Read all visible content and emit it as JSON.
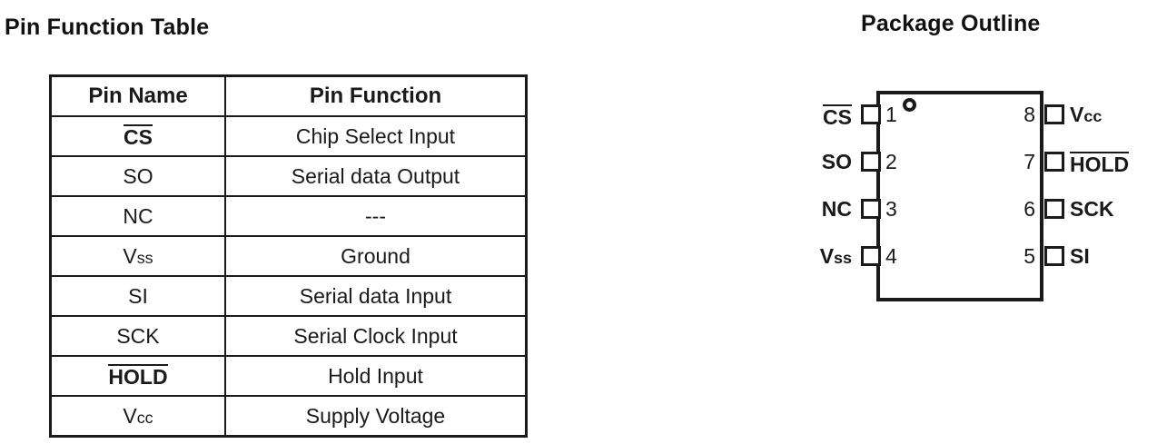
{
  "titles": {
    "pin_table": "Pin Function Table",
    "package_outline": "Package Outline"
  },
  "pin_table": {
    "headers": [
      "Pin Name",
      "Pin Function"
    ],
    "rows": [
      {
        "name": "CS",
        "overline": true,
        "bold": true,
        "function": "Chip Select Input"
      },
      {
        "name": "SO",
        "overline": false,
        "bold": false,
        "function": "Serial data Output"
      },
      {
        "name": "NC",
        "overline": false,
        "bold": false,
        "function": "---"
      },
      {
        "name": "Vss",
        "overline": false,
        "bold": false,
        "function": "Ground"
      },
      {
        "name": "SI",
        "overline": false,
        "bold": false,
        "function": "Serial data Input"
      },
      {
        "name": "SCK",
        "overline": false,
        "bold": false,
        "function": "Serial Clock Input"
      },
      {
        "name": "HOLD",
        "overline": true,
        "bold": true,
        "function": "Hold Input"
      },
      {
        "name": "Vcc",
        "overline": false,
        "bold": false,
        "function": "Supply Voltage"
      }
    ]
  },
  "package": {
    "type": "8-pin package outline",
    "pin1_marker": "pin1-dot-icon",
    "left_pins": [
      {
        "number": "1",
        "label": "CS",
        "overline": true
      },
      {
        "number": "2",
        "label": "SO",
        "overline": false
      },
      {
        "number": "3",
        "label": "NC",
        "overline": false
      },
      {
        "number": "4",
        "label": "Vss",
        "overline": false
      }
    ],
    "right_pins": [
      {
        "number": "8",
        "label": "Vcc",
        "overline": false
      },
      {
        "number": "7",
        "label": "HOLD",
        "overline": true
      },
      {
        "number": "6",
        "label": "SCK",
        "overline": false
      },
      {
        "number": "5",
        "label": "SI",
        "overline": false
      }
    ]
  },
  "colors": {
    "ink": "#1a1a1a",
    "background": "#ffffff"
  }
}
